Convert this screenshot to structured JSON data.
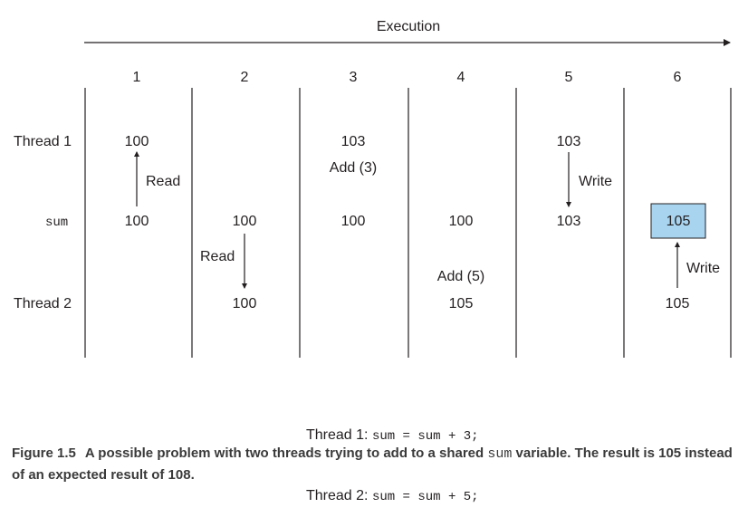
{
  "header": {
    "execution_label": "Execution"
  },
  "columns": [
    "1",
    "2",
    "3",
    "4",
    "5",
    "6"
  ],
  "rows": {
    "thread1_label": "Thread 1",
    "sum_label": "sum",
    "thread2_label": "Thread 2"
  },
  "cells": {
    "t1": [
      "100",
      "",
      "103",
      "",
      "103",
      ""
    ],
    "sum": [
      "100",
      "100",
      "100",
      "100",
      "103",
      "105"
    ],
    "t2": [
      "",
      "100",
      "",
      "105",
      "",
      "105"
    ]
  },
  "ops": {
    "col1_read": "Read",
    "col2_read": "Read",
    "col3_add": "Add (3)",
    "col4_add": "Add (5)",
    "col5_write": "Write",
    "col6_write": "Write"
  },
  "colors": {
    "highlight_fill": "#a8d4f0",
    "highlight_stroke": "#231f20",
    "line": "#231f20"
  },
  "code": {
    "line1_prefix": "Thread 1: ",
    "line1_code": "sum = sum + 3;",
    "line2_prefix": "Thread 2: ",
    "line2_code": "sum = sum + 5;"
  },
  "caption": {
    "label": "Figure 1.5",
    "text_before": "A possible problem with two threads trying to add to a shared ",
    "code": "sum",
    "text_after": " variable. The result is 105 instead of an expected result of 108."
  }
}
